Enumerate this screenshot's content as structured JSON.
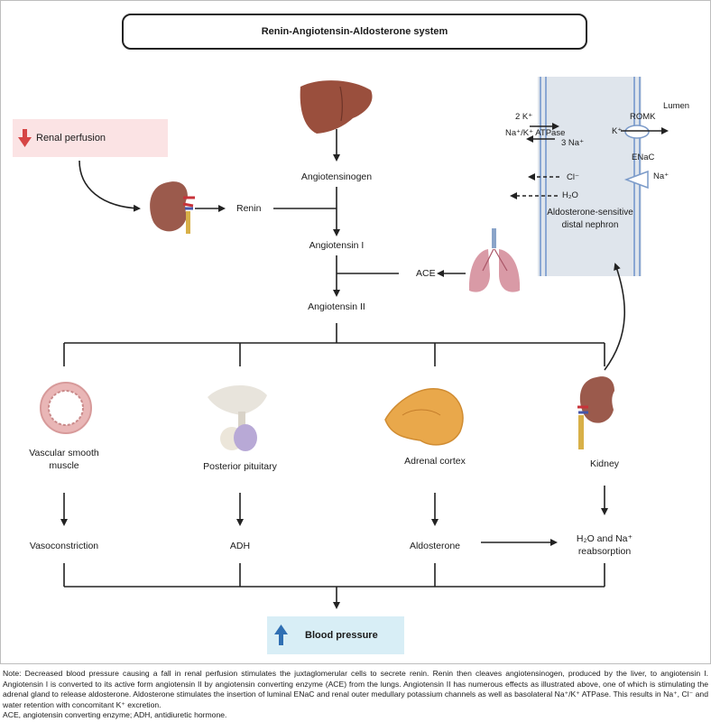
{
  "title": "Renin-Angiotensin-Aldosterone system",
  "renal_perfusion": "Renal perfusion",
  "renin": "Renin",
  "angiotensinogen": "Angiotensinogen",
  "angiotensin_1": "Angiotensin I",
  "angiotensin_2": "Angiotensin II",
  "ace": "ACE",
  "nephron": {
    "lumen": "Lumen",
    "romk": "ROMK",
    "k_plus": "K⁺",
    "two_k": "2 K⁺",
    "atpase": "Na⁺/K⁺ ATPase",
    "three_na": "3 Na⁺",
    "enac": "ENaC",
    "na_plus": "Na⁺",
    "cl": "Cl⁻",
    "h2o": "H₂O",
    "label_line1": "Aldosterone-sensitive",
    "label_line2": "distal nephron"
  },
  "targets": {
    "vascular": "Vascular smooth muscle",
    "pituitary": "Posterior pituitary",
    "adrenal": "Adrenal cortex",
    "kidney": "Kidney"
  },
  "effects": {
    "vasoconstriction": "Vasoconstriction",
    "adh": "ADH",
    "aldosterone": "Aldosterone",
    "reabsorption_line1": "H₂O and Na⁺",
    "reabsorption_line2": "reabsorption"
  },
  "blood_pressure": "Blood pressure",
  "note": "Note: Decreased blood pressure causing a fall in renal perfusion stimulates the juxtaglomerular cells to secrete renin. Renin then cleaves angiotensinogen, produced by the liver, to angiotensin I. Angiotensin I is converted to its active form angiotensin II by angiotensin converting enzyme (ACE) from the lungs. Angiotensin II has numerous effects as illustrated above, one of which is stimulating the adrenal gland to release aldosterone. Aldosterone stimulates the insertion of luminal ENaC and renal outer medullary potassium channels as well as basolateral Na⁺/K⁺ ATPase. This results in Na⁺, Cl⁻ and water retention with concomitant K⁺ excretion.",
  "abbreviations": "ACE, angiotensin converting enzyme; ADH, antidiuretic hormone.",
  "icons": [
    "liver-icon",
    "kidney-icon",
    "lungs-icon",
    "blood-vessel-icon",
    "pituitary-icon",
    "adrenal-icon",
    "down-arrow-icon",
    "up-arrow-icon"
  ],
  "colors": {
    "perfusion_bg": "#fbe3e4",
    "bp_bg": "#d8eef6",
    "down_arrow": "#d64545",
    "up_arrow": "#2f6fb3",
    "liver": "#9a4f3d",
    "kidney": "#9b5a4c",
    "lungs": "#d99aa6"
  }
}
